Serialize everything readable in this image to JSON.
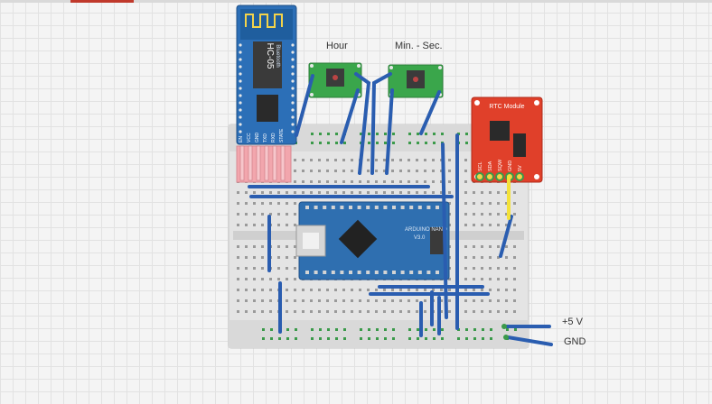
{
  "labels": {
    "hour": "Hour",
    "min_sec": "Min. - Sec.",
    "plus5v": "+5 V",
    "gnd": "GND"
  },
  "bluetooth": {
    "model": "HC-05",
    "brand": "Bluetooth",
    "pins": [
      "EN",
      "VCC",
      "GND",
      "TXD",
      "RXD",
      "STATE"
    ]
  },
  "rtc": {
    "title": "RTC Module",
    "pins": [
      "SCL",
      "SDA",
      "SQW",
      "GND",
      "5V"
    ]
  },
  "arduino": {
    "name": "ARDUINO NANO",
    "version": "V3.0"
  },
  "colors": {
    "wire": "#2a5db0",
    "rtc_board": "#e0402a",
    "bt_board": "#2c6fb7",
    "nano_board": "#2f6fb0",
    "led_board": "#3aa64b",
    "power_rail": "#3b9a4a",
    "yellow_wire": "#f3e13a",
    "pink_header": "#f2a6ad"
  }
}
